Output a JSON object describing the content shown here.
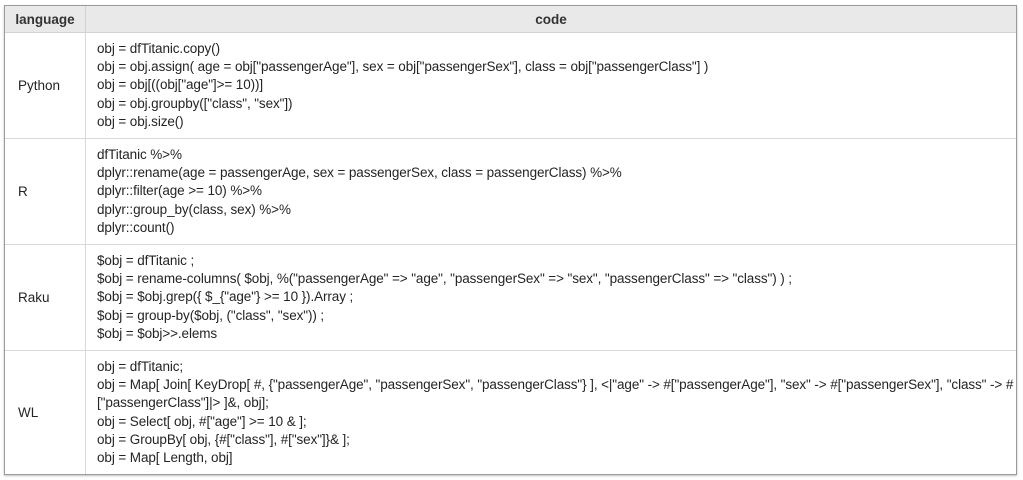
{
  "table": {
    "columns": [
      {
        "label": "language"
      },
      {
        "label": "code"
      }
    ],
    "rows": [
      {
        "language": "Python",
        "code_lines": [
          "obj = dfTitanic.copy()",
          "obj = obj.assign( age = obj[\"passengerAge\"], sex = obj[\"passengerSex\"], class = obj[\"passengerClass\"] )",
          "obj = obj[((obj[\"age\"]>= 10))]",
          "obj = obj.groupby([\"class\", \"sex\"])",
          "obj = obj.size()"
        ]
      },
      {
        "language": "R",
        "code_lines": [
          "dfTitanic %>%",
          "dplyr::rename(age = passengerAge, sex = passengerSex, class = passengerClass) %>%",
          "dplyr::filter(age >= 10) %>%",
          "dplyr::group_by(class, sex) %>%",
          "dplyr::count()"
        ]
      },
      {
        "language": "Raku",
        "code_lines": [
          "$obj = dfTitanic ;",
          "$obj = rename-columns( $obj, %(\"passengerAge\" => \"age\", \"passengerSex\" => \"sex\", \"passengerClass\" => \"class\") ) ;",
          "$obj = $obj.grep({ $_{\"age\"} >= 10 }).Array ;",
          "$obj = group-by($obj, (\"class\", \"sex\")) ;",
          "$obj = $obj>>.elems"
        ]
      },
      {
        "language": "WL",
        "code_lines": [
          "obj = dfTitanic;",
          "obj = Map[ Join[ KeyDrop[ #, {\"passengerAge\", \"passengerSex\", \"passengerClass\"} ], <|\"age\" -> #[\"passengerAge\"], \"sex\" -> #[\"passengerSex\"], \"class\" -> #",
          "[\"passengerClass\"]|> ]&, obj];",
          "obj = Select[ obj, #[\"age\"] >= 10 & ];",
          "obj = GroupBy[ obj, {#[\"class\"], #[\"sex\"]}& ];",
          "obj = Map[ Length, obj]"
        ]
      }
    ]
  },
  "colors": {
    "header_bg": "#e9e9e9",
    "outer_border": "#9b9b9b",
    "inner_border": "#d9d9d9",
    "text": "#242424"
  }
}
